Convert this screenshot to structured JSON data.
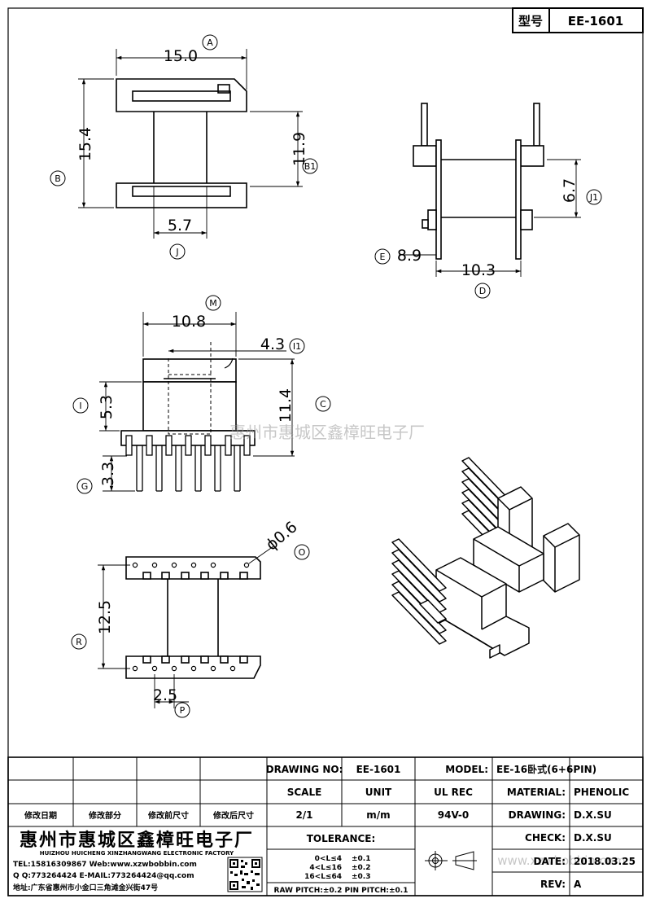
{
  "header": {
    "label": "型号",
    "value": "EE-1601"
  },
  "dimensions": {
    "top_width": "15.0",
    "top_width_tag": "A",
    "top_height": "15.4",
    "top_height_tag": "B",
    "top_inner": "11.9",
    "top_inner_tag": "B1",
    "top_core": "5.7",
    "top_core_tag": "J",
    "side_pitch": "6.7",
    "side_pitch_tag": "J1",
    "side_e": "8.9",
    "side_e_tag": "E",
    "side_d": "10.3",
    "side_d_tag": "D",
    "front_m": "10.8",
    "front_m_tag": "M",
    "front_i1": "4.3",
    "front_i1_tag": "I1",
    "front_i": "5.3",
    "front_i_tag": "I",
    "front_c": "11.4",
    "front_c_tag": "C",
    "front_g": "3.3",
    "front_g_tag": "G",
    "pin_dia": "ϕ0.6",
    "pin_dia_tag": "O",
    "row_r": "12.5",
    "row_r_tag": "R",
    "pitch_p": "2.5",
    "pitch_p_tag": "P"
  },
  "watermark": {
    "top": "惠州市惠城区鑫樟旺电子厂",
    "bottom": "www.xzwbobbin.com"
  },
  "title_block": {
    "revision_headers": [
      "修改日期",
      "修改部分",
      "修改前尺寸",
      "修改后尺寸"
    ],
    "drawing_no_label": "DRAWING NO:",
    "drawing_no": "EE-1601",
    "model_label": "MODEL:",
    "model": "EE-16卧式(6+6PIN)",
    "scale_label": "SCALE",
    "unit_label": "UNIT",
    "ul_label": "UL REC",
    "material_label": "MATERIAL:",
    "material": "PHENOLIC",
    "scale": "2/1",
    "unit": "m/m",
    "ul": "94V-0",
    "drawing_label": "DRAWING:",
    "drawing": "D.X.SU",
    "check_label": "CHECK:",
    "check": "D.X.SU",
    "date_label": "DATE:",
    "date": "2018.03.25",
    "rev_label": "REV:",
    "rev": "A",
    "tolerance_label": "TOLERANCE:",
    "tol1_range": "0<L≤4",
    "tol1": "±0.1",
    "tol2_range": "4<L≤16",
    "tol2": "±0.2",
    "tol3_range": "16<L≤64",
    "tol3": "±0.3",
    "raw_pitch": "RAW PITCH:±0.2 PIN PITCH:±0.1",
    "company": "惠州市惠城区鑫樟旺电子厂",
    "company_en": "HUIZHOU HUICHENG XINZHANGWANG ELECTRONIC FACTORY",
    "tel": "TEL:15816309867 Web:www.xzwbobbin.com",
    "qq": "Q Q:773264424 E-MAIL:773264424@qq.com",
    "address": "地址:广东省惠州市小金口三角滩金兴街47号"
  }
}
